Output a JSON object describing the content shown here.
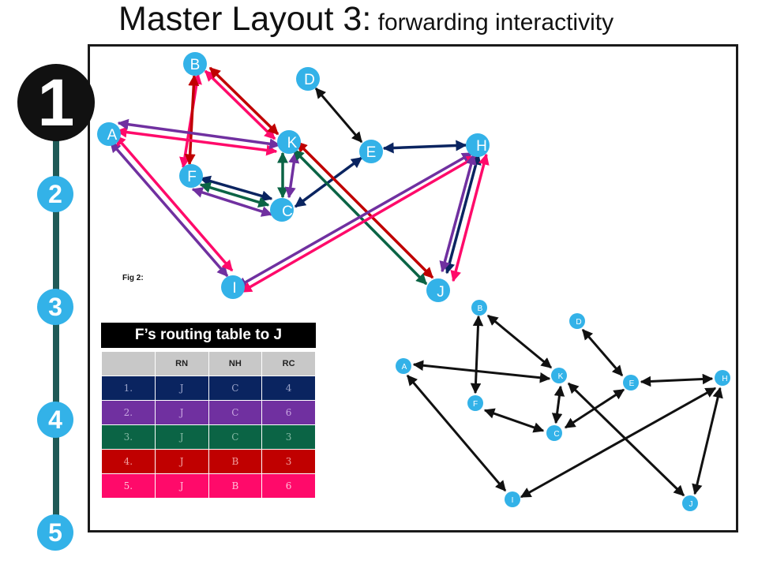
{
  "title": {
    "main": "Master Layout 3:",
    "sub": " forwarding interactivity"
  },
  "steps": [
    "1",
    "2",
    "3",
    "4",
    "5"
  ],
  "figure_label": "Fig 2:",
  "routing_table": {
    "title": "F’s routing table to J",
    "headers": [
      "",
      "RN",
      "NH",
      "RC"
    ],
    "rows": [
      [
        "1.",
        "J",
        "C",
        "4"
      ],
      [
        "2.",
        "J",
        "C",
        "6"
      ],
      [
        "3.",
        "J",
        "C",
        "3"
      ],
      [
        "4.",
        "J",
        "B",
        "3"
      ],
      [
        "5.",
        "J",
        "B",
        "6"
      ]
    ]
  },
  "colors": {
    "node": "#33b2e8",
    "navy": "#0a2460",
    "purple": "#7030a0",
    "green": "#0b6445",
    "red": "#c00000",
    "pink": "#ff0a6a",
    "black": "#111111"
  },
  "graph_nodes": [
    "A",
    "B",
    "C",
    "D",
    "E",
    "F",
    "H",
    "I",
    "J",
    "K"
  ],
  "graph_edges": [
    [
      "B",
      "F"
    ],
    [
      "B",
      "K"
    ],
    [
      "D",
      "E"
    ],
    [
      "A",
      "K"
    ],
    [
      "A",
      "I"
    ],
    [
      "K",
      "C"
    ],
    [
      "F",
      "C"
    ],
    [
      "C",
      "E"
    ],
    [
      "E",
      "H"
    ],
    [
      "K",
      "J"
    ],
    [
      "I",
      "H"
    ],
    [
      "H",
      "J"
    ]
  ],
  "colored_routes": [
    {
      "color": "navy",
      "path": [
        "F",
        "C",
        "E",
        "H",
        "J"
      ]
    },
    {
      "color": "purple",
      "path": [
        "F",
        "C",
        "K",
        "A",
        "I",
        "H",
        "J"
      ]
    },
    {
      "color": "green",
      "path": [
        "F",
        "C",
        "K",
        "J"
      ]
    },
    {
      "color": "red",
      "path": [
        "F",
        "B",
        "K",
        "J"
      ]
    },
    {
      "color": "pink",
      "path": [
        "F",
        "B",
        "K",
        "A",
        "I",
        "H",
        "J"
      ]
    }
  ]
}
